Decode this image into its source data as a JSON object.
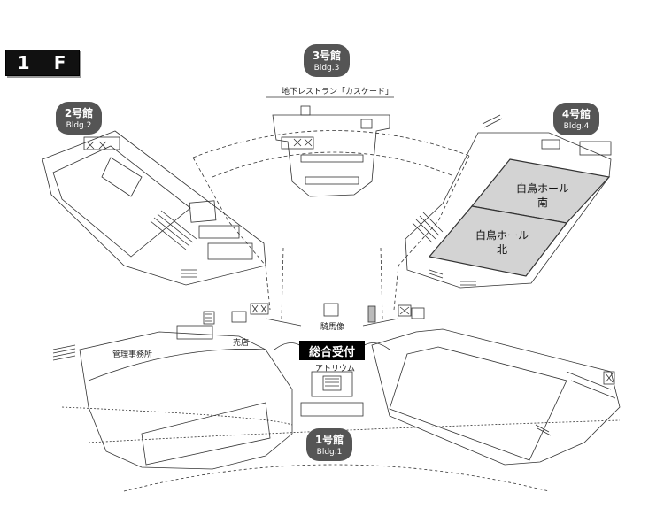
{
  "floor": {
    "label_number": "1",
    "label_letter": "F"
  },
  "buildings": {
    "bldg1": {
      "jp": "1号館",
      "en": "Bldg.1"
    },
    "bldg2": {
      "jp": "2号館",
      "en": "Bldg.2"
    },
    "bldg3": {
      "jp": "3号館",
      "en": "Bldg.3"
    },
    "bldg4": {
      "jp": "4号館",
      "en": "Bldg.4"
    }
  },
  "labels": {
    "basement_restaurant": "地下レストラン「カスケード」",
    "hall_south_line1": "白鳥ホール",
    "hall_south_line2": "南",
    "hall_north_line1": "白鳥ホール",
    "hall_north_line2": "北",
    "statue": "騎馬像",
    "reception": "総合受付",
    "atrium": "アトリウム",
    "shop": "売店",
    "admin_office": "管理事務所"
  },
  "colors": {
    "badge": "#555555",
    "hall_fill": "#d3d3d3",
    "line": "#333333"
  }
}
